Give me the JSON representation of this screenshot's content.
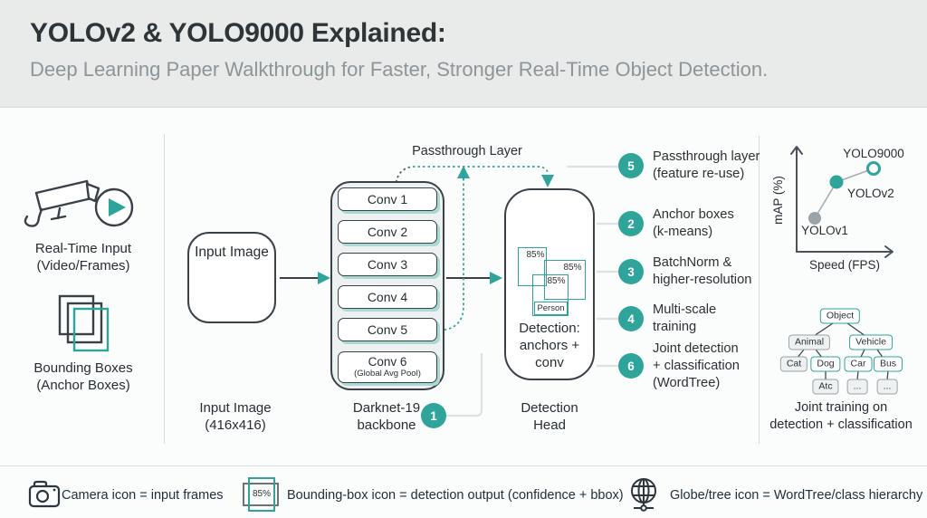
{
  "header": {
    "title": "YOLOv2 & YOLO9000 Explained:",
    "subtitle": "Deep Learning Paper Walkthrough for Faster, Stronger Real-Time Object Detection."
  },
  "sidebar": {
    "realtime_caption": "Real-Time Input\n(Video/Frames)",
    "bbox_caption": "Bounding Boxes\n(Anchor Boxes)"
  },
  "pipeline": {
    "input_box_label": "Input Image",
    "input_caption": "Input Image\n(416x416)",
    "passthrough_label": "Passthrough Layer",
    "backbone_layers": [
      "Conv 1",
      "Conv 2",
      "Conv 3",
      "Conv 4",
      "Conv 5",
      "Conv 6"
    ],
    "backbone_layer6_sub": "(Global Avg Pool)",
    "backbone_caption": "Darknet-19\nbackbone",
    "backbone_badge": "1",
    "detection_confidences": [
      "85%",
      "85%",
      "85%"
    ],
    "detection_class_label": "Person",
    "detection_text": "Detection:\nanchors + conv",
    "detection_caption": "Detection\nHead"
  },
  "key_points": [
    {
      "num": "5",
      "label": "Passthrough layer\n(feature re-use)"
    },
    {
      "num": "2",
      "label": "Anchor boxes\n(k-means)"
    },
    {
      "num": "3",
      "label": "BatchNorm &\nhigher-resolution"
    },
    {
      "num": "4",
      "label": "Multi-scale\ntraining"
    },
    {
      "num": "6",
      "label": "Joint detection\n+ classification\n(WordTree)"
    }
  ],
  "chart_data": {
    "type": "scatter",
    "title": "",
    "xlabel": "Speed (FPS)",
    "ylabel": "mAP (%)",
    "grid": false,
    "legend_position": "none",
    "axes_numeric_labels": false,
    "points": [
      {
        "label": "YOLOv1",
        "speed_rel": 1.0,
        "map_rel": 1.0,
        "marker": "filled-gray"
      },
      {
        "label": "YOLOv2",
        "speed_rel": 2.2,
        "map_rel": 2.6,
        "marker": "filled-teal"
      },
      {
        "label": "YOLO9000",
        "speed_rel": 4.0,
        "map_rel": 3.2,
        "marker": "hollow-teal"
      }
    ]
  },
  "tree": {
    "nodes": [
      {
        "label": "Object",
        "style": "teal"
      },
      {
        "label": "Animal",
        "style": "gray"
      },
      {
        "label": "Vehicle",
        "style": "teal"
      },
      {
        "label": "Cat",
        "style": "gray"
      },
      {
        "label": "Dog",
        "style": "teal"
      },
      {
        "label": "Car",
        "style": "teal"
      },
      {
        "label": "Bus",
        "style": "teal"
      },
      {
        "label": "Atc",
        "style": "gray"
      },
      {
        "label": "...",
        "style": "gray"
      },
      {
        "label": "...",
        "style": "gray"
      }
    ],
    "caption": "Joint training on\ndetection + classification"
  },
  "legend": {
    "items": [
      {
        "icon": "camera-icon",
        "text": "Camera icon = input frames"
      },
      {
        "icon": "bounding-box-icon",
        "badge": "85%",
        "text": "Bounding-box icon = detection output (confidence + bbox)"
      },
      {
        "icon": "globe-icon",
        "text": "Globe/tree icon = WordTree/class hierarchy"
      }
    ]
  },
  "colors": {
    "accent_teal": "#2fa49a",
    "outline_dark": "#3b4247",
    "header_bg": "#e9ebeb",
    "subtitle_gray": "#8d9598",
    "panel_fill": "#eef1f1"
  }
}
